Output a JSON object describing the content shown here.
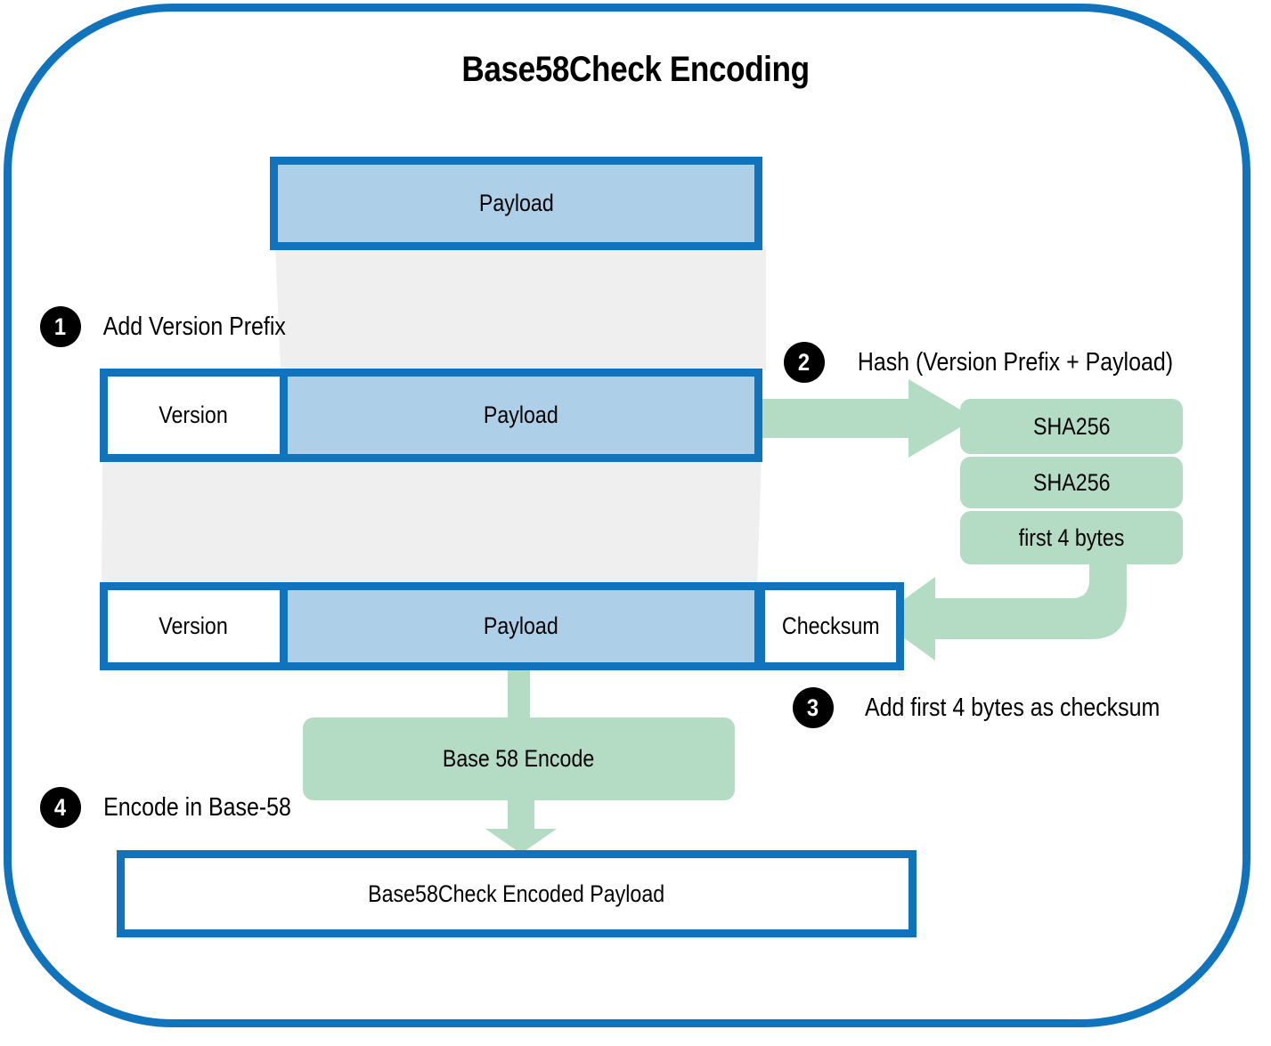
{
  "diagram": {
    "title": "Base58Check Encoding",
    "colors": {
      "blue_border": "#1173BC",
      "blue_fill": "#ADD0E8",
      "green_fill": "#B4DCC4",
      "gray_connector": "#EFEFEF",
      "badge_bg": "#000000",
      "badge_text": "#FFFFFF",
      "page_bg": "#FFFFFF"
    }
  },
  "rows": {
    "payload_only": {
      "payload_label": "Payload"
    },
    "version_payload": {
      "version_label": "Version",
      "payload_label": "Payload"
    },
    "version_payload_checksum": {
      "version_label": "Version",
      "payload_label": "Payload",
      "checksum_label": "Checksum"
    },
    "final": {
      "label": "Base58Check Encoded Payload"
    }
  },
  "hash_chain": {
    "boxes": [
      {
        "label": "SHA256"
      },
      {
        "label": "SHA256"
      },
      {
        "label": "first 4 bytes"
      }
    ]
  },
  "encode": {
    "label": "Base 58 Encode"
  },
  "steps": [
    {
      "number": "1",
      "label": "Add Version Prefix"
    },
    {
      "number": "2",
      "label": "Hash (Version Prefix + Payload)"
    },
    {
      "number": "3",
      "label": "Add first 4 bytes as checksum"
    },
    {
      "number": "4",
      "label": "Encode in Base-58"
    }
  ]
}
